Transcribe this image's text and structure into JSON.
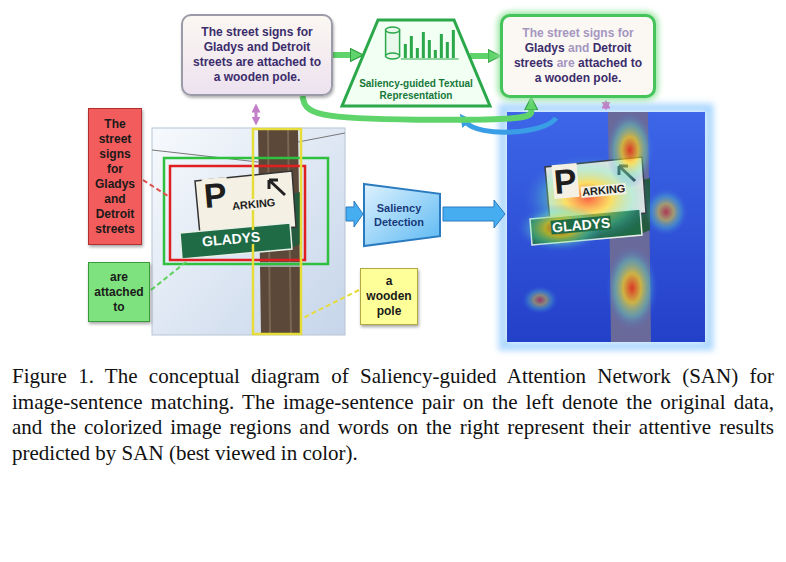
{
  "diagram": {
    "caption": "Figure 1. The conceptual diagram of Saliency-guided Attention Network (SAN) for image-sentence matching. The image-sentence pair on the left denote the original data, and the colorized image regions and words on the right represent their attentive results predicted by SAN (best viewed in color).",
    "nodes": [
      {
        "text": [
          "The street signs for Gladys and Detroit streets are attached to a wooden pole."
        ]
      },
      {
        "text": [
          "Saliency-guided Textual Representation"
        ]
      },
      {
        "text": [
          "The street signs for Gladys and Detroit streets are attached to a wooden pole."
        ]
      },
      {
        "text": [
          "The street signs for Gladys and Detroit streets"
        ]
      },
      {
        "text": [
          "are attached to"
        ]
      },
      {
        "text": [
          "Saliency Detection"
        ]
      },
      {
        "text": [
          "a wooden pole"
        ]
      }
    ],
    "edges": [
      {
        "from": 0,
        "to": 1,
        "arrow": "to"
      },
      {
        "from": 1,
        "to": 2,
        "arrow": "to"
      },
      {
        "from": 0,
        "to": 2,
        "arrow": "to"
      }
    ],
    "labels": [
      "P",
      "ARKING",
      "GLADYS",
      "P",
      "ARKING",
      "GLADYS"
    ]
  }
}
